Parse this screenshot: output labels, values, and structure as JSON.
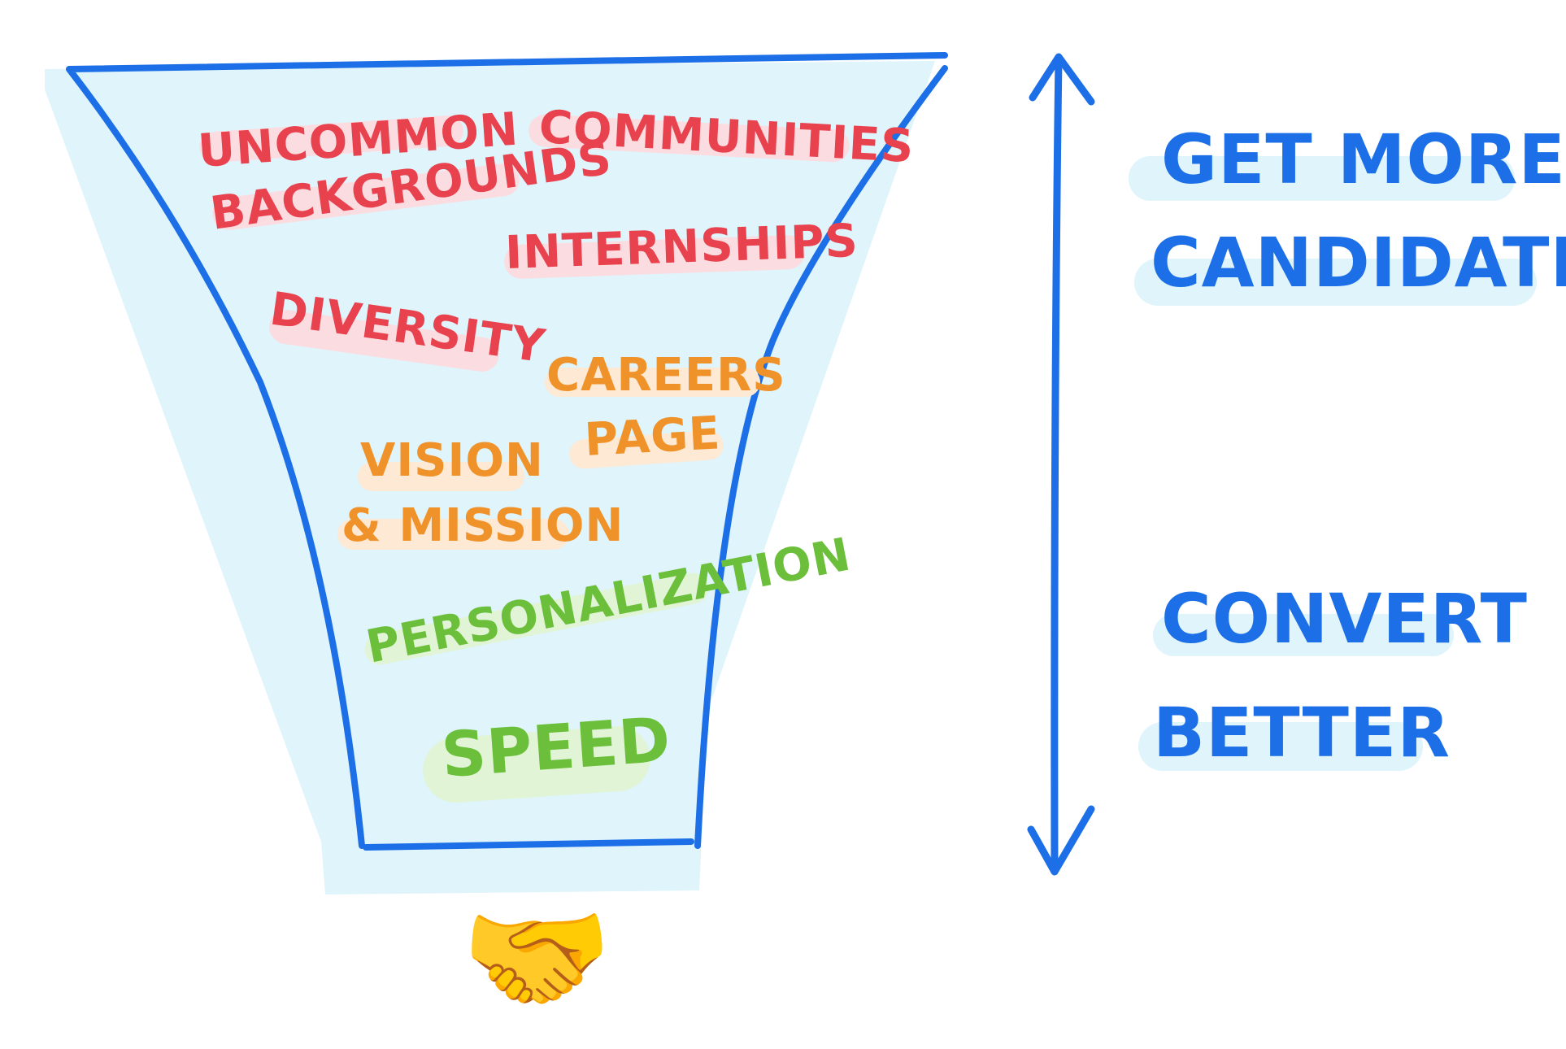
{
  "colors": {
    "outline": "#1c6fe6",
    "funnel_shadow": "#dff4fb",
    "red": "#e8424f",
    "red_highlight": "#fbdde1",
    "orange": "#f0922a",
    "orange_highlight": "#fde9d4",
    "green": "#6bbf3a",
    "green_highlight": "#e1f5d6",
    "blue_highlight": "#dff4fb"
  },
  "funnel": {
    "top_labels": {
      "uncommon_line1": "UNCOMMON",
      "uncommon_line2": "BACKGROUNDS",
      "communities": "COMMUNITIES",
      "internships": "INTERNSHIPS",
      "diversity": "DIVERSITY"
    },
    "middle_labels": {
      "careers_line1": "CAREERS",
      "careers_line2": "PAGE",
      "vision_line1": "VISION",
      "vision_line2": "& MISSION"
    },
    "bottom_labels": {
      "personalization": "PERSONALIZATION",
      "speed": "SPEED"
    },
    "outcome_emoji": "🤝",
    "outcome_icon": "handshake-icon"
  },
  "arrow": {
    "icon": "double-headed-arrow"
  },
  "captions": {
    "top_line1": "GET MORE",
    "top_line2": "CANDIDATES",
    "bottom_line1": "CONVERT",
    "bottom_line2": "BETTER"
  }
}
